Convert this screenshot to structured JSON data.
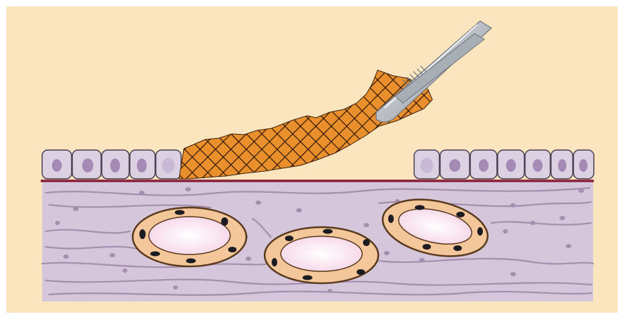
{
  "figure": {
    "icons": [
      "forceps-icon",
      "mesh-graft-icon",
      "epithelial-cell-layer",
      "basement-membrane-line",
      "connective-tissue-stroma",
      "blood-vessel-icon"
    ],
    "colors": {
      "background": "#fbe5bf",
      "stroma": "#d6c6dc",
      "stroma_fibers": "#a48fae",
      "epithelium_fill": "#dcd1e2",
      "epithelium_stroke": "#4a3f50",
      "nucleus": "#a68ab6",
      "basement_membrane": "#8a1f3a",
      "mesh_fill": "#e9902c",
      "mesh_lines": "#3a1e0b",
      "vessel_wall": "#f4c79a",
      "vessel_outline": "#5a3a1c",
      "vessel_lumen": "#fbe9f1",
      "vessel_nucleus": "#1c1b21",
      "forceps": "#c9ced3"
    },
    "vessel_count": 3
  }
}
